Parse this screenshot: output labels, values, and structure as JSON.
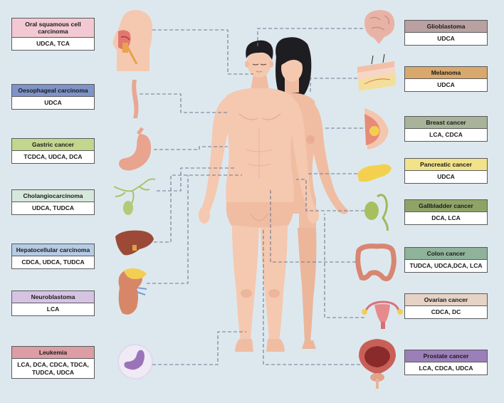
{
  "cancers": [
    {
      "id": "oral",
      "name": "Oral squamous  cell carcinoma",
      "drugs": "UDCA, TCA",
      "color": "#f2c9d3"
    },
    {
      "id": "oeso",
      "name": "Oesophageal carcinoma",
      "drugs": "UDCA",
      "color": "#7f93c9"
    },
    {
      "id": "gastric",
      "name": "Gastric cancer",
      "drugs": "TCDCA, UDCA, DCA",
      "color": "#c3d68e"
    },
    {
      "id": "cholangio",
      "name": "Cholangiocarcinoma",
      "drugs": "UDCA, TUDCA",
      "color": "#d6e8dc"
    },
    {
      "id": "hcc",
      "name": "Hepatocellular carcinoma",
      "drugs": "CDCA, UDCA, TUDCA",
      "color": "#b6cbe4"
    },
    {
      "id": "neuro",
      "name": "Neuroblastoma",
      "drugs": "LCA",
      "color": "#d6c3e3"
    },
    {
      "id": "leukemia",
      "name": "Leukemia",
      "drugs": "LCA, DCA, CDCA, TDCA, TUDCA, UDCA",
      "color": "#dc9ea4"
    },
    {
      "id": "glio",
      "name": "Glioblastoma",
      "drugs": "UDCA",
      "color": "#b9a1a1"
    },
    {
      "id": "melanoma",
      "name": "Melanoma",
      "drugs": "UDCA",
      "color": "#d9a86c"
    },
    {
      "id": "breast",
      "name": "Breast cancer",
      "drugs": "LCA, CDCA",
      "color": "#a8b39a"
    },
    {
      "id": "pancreatic",
      "name": "Pancreatic cancer",
      "drugs": "UDCA",
      "color": "#f2e38a"
    },
    {
      "id": "gallbladder",
      "name": "Gallbladder cancer",
      "drugs": "DCA, LCA",
      "color": "#8ea466"
    },
    {
      "id": "colon",
      "name": "Colon cancer",
      "drugs": "TUDCA, UDCA,DCA, LCA",
      "color": "#8fb39a"
    },
    {
      "id": "ovarian",
      "name": "Ovarian cancer",
      "drugs": "CDCA, DC",
      "color": "#e6d3c6"
    },
    {
      "id": "prostate",
      "name": "Prostate cancer",
      "drugs": "LCA, CDCA, UDCA",
      "color": "#9a7fb8"
    }
  ],
  "colors": {
    "background": "#dde8ee",
    "skin": "#f5c8b0",
    "skin_shade": "#e8ad92",
    "hair": "#1d1d22",
    "connector": "#6a7a94"
  }
}
